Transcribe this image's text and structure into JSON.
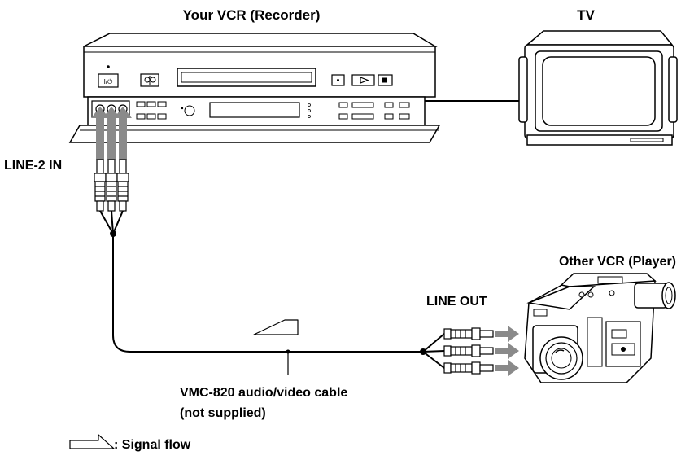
{
  "labels": {
    "recorder": "Your VCR (Recorder)",
    "tv": "TV",
    "line_in": "LINE-2 IN",
    "player": "Other VCR (Player)",
    "line_out": "LINE OUT",
    "cable_line1": "VMC-820 audio/video cable",
    "cable_line2": "(not supplied)",
    "legend": ": Signal flow"
  },
  "vcr": {
    "power_label": "I/⏻"
  },
  "colors": {
    "line": "#000000",
    "arrow": "#8a8a8a",
    "background": "#ffffff"
  }
}
